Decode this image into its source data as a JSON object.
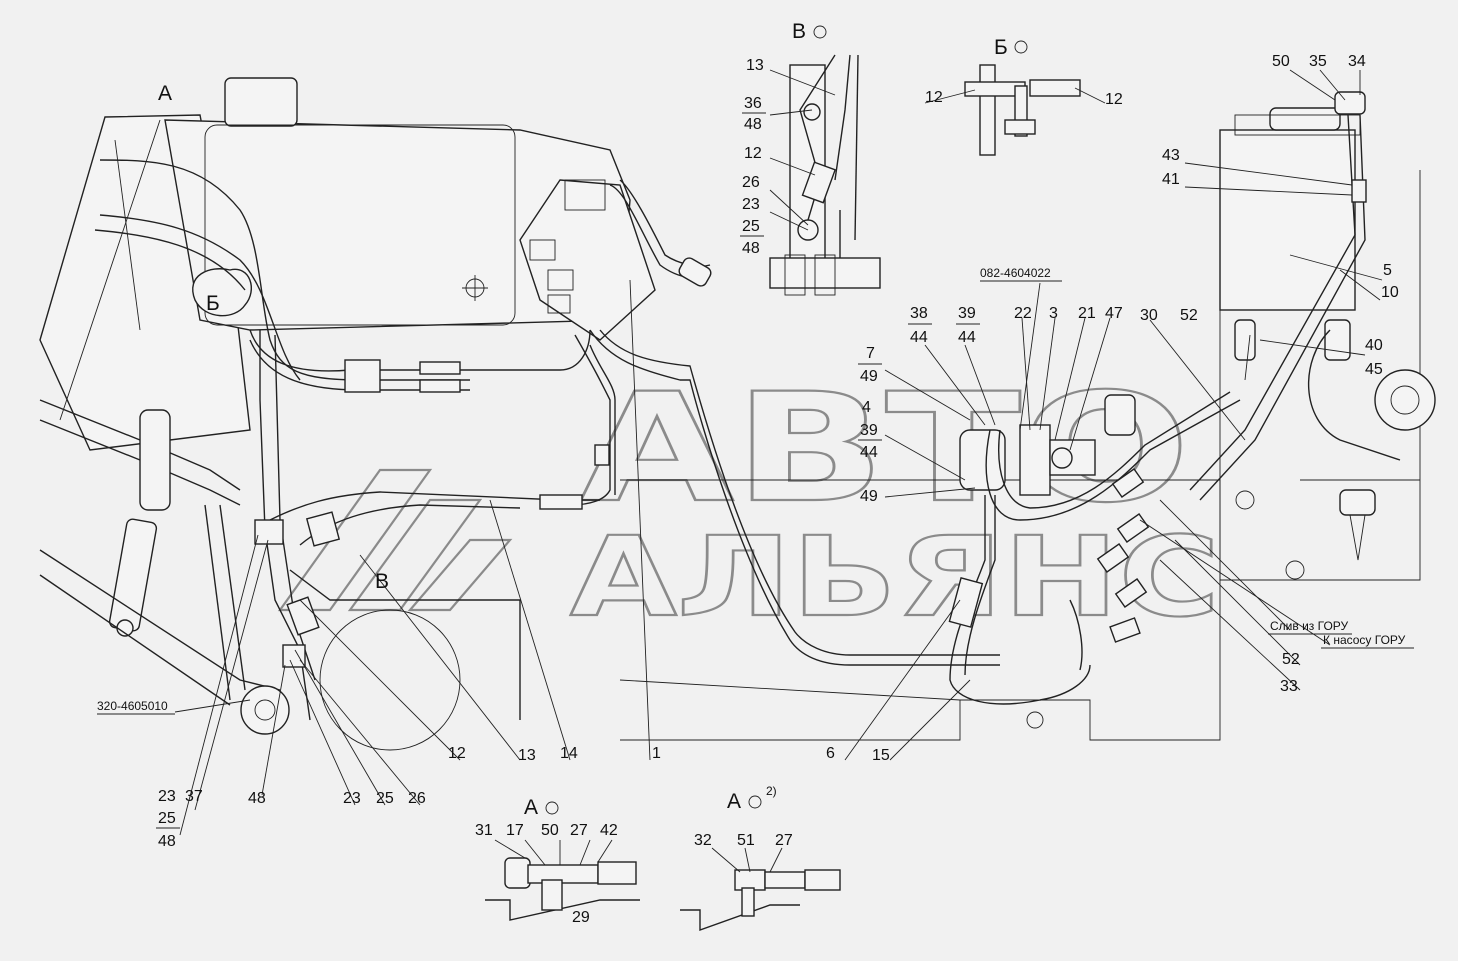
{
  "watermark": {
    "line1": "АВТО",
    "line2": "АЛЬЯНС"
  },
  "view_titles": {
    "A_main": "А",
    "B_main": "Б",
    "V_main": "В",
    "V_detail": "В",
    "B_detail": "Б",
    "A_detail": "А",
    "A2_detail": "А",
    "A2_note": "2)"
  },
  "part_codes": {
    "code_082": "082-4604022",
    "code_320": "320-4605010"
  },
  "annotations": {
    "drain": "Слив из ГОРУ",
    "to_pump": "К насосу ГОРУ"
  },
  "labels": {
    "v13": "13",
    "v36": "36",
    "v48a": "48",
    "v12": "12",
    "v26": "26",
    "v23": "23",
    "v25": "25",
    "v48b": "48",
    "b12l": "12",
    "b12r": "12",
    "r50": "50",
    "r35": "35",
    "r34": "34",
    "r43": "43",
    "r41": "41",
    "r5": "5",
    "r10": "10",
    "r30": "30",
    "r52a": "52",
    "r40": "40",
    "r45": "45",
    "c38": "38",
    "c44a": "44",
    "c39a": "39",
    "c44b": "44",
    "c22": "22",
    "c3": "3",
    "c21": "21",
    "c47": "47",
    "c7": "7",
    "c49a": "49",
    "c4": "4",
    "c39b": "39",
    "c44c": "44",
    "c49b": "49",
    "b52": "52",
    "b33": "33",
    "m12": "12",
    "m13": "13",
    "m14": "14",
    "m1": "1",
    "m6": "6",
    "m15": "15",
    "l23a": "23",
    "l37": "37",
    "l25a": "25",
    "l48a": "48",
    "l48b": "48",
    "l23b": "23",
    "l25b": "25",
    "l26": "26",
    "a31": "31",
    "a17": "17",
    "a50": "50",
    "a27": "27",
    "a42": "42",
    "a29": "29",
    "a32": "32",
    "a51": "51",
    "a27b": "27"
  }
}
